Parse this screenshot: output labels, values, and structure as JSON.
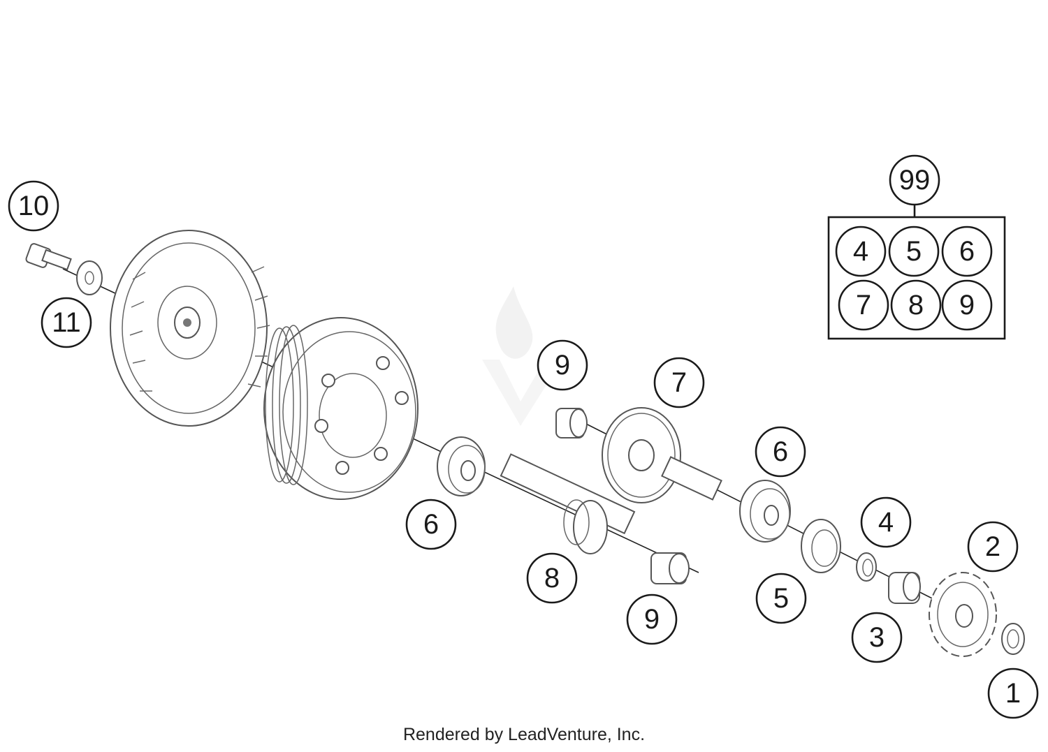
{
  "callouts": {
    "c1": "1",
    "c2": "2",
    "c3": "3",
    "c4": "4",
    "c5": "5",
    "c6a": "6",
    "c6b": "6",
    "c7": "7",
    "c8": "8",
    "c9a": "9",
    "c9b": "9",
    "c10": "10",
    "c11": "11"
  },
  "kit": {
    "label": "99",
    "items": [
      "4",
      "5",
      "6",
      "7",
      "8",
      "9"
    ]
  },
  "footer": "Rendered by LeadVenture, Inc.",
  "colors": {
    "ink": "#1a1a1a",
    "part_stroke": "#555555",
    "watermark": "#e6e6e6"
  }
}
